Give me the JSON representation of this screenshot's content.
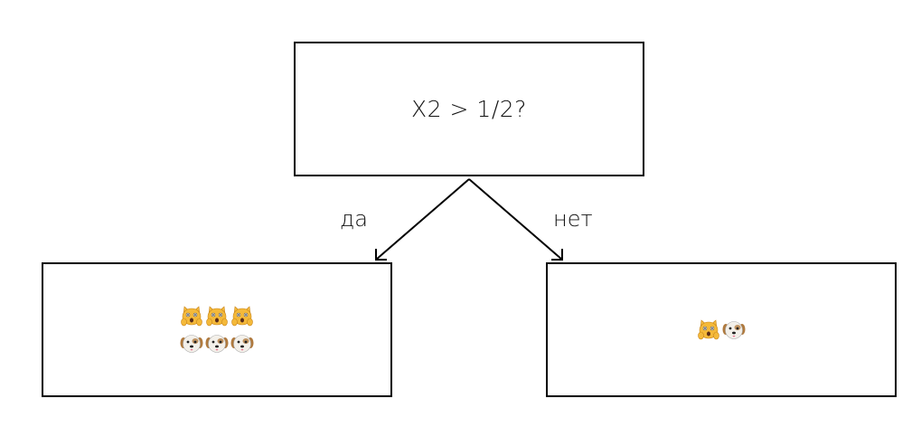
{
  "root": {
    "question": "X2 > 1/2?"
  },
  "edges": {
    "yes_label": "да",
    "no_label": "нет"
  },
  "left_leaf": {
    "cats": [
      "cat-icon",
      "cat-icon",
      "cat-icon"
    ],
    "dogs": [
      "dog-icon",
      "dog-icon",
      "dog-icon"
    ]
  },
  "right_leaf": {
    "cats": [
      "cat-icon"
    ],
    "dogs": [
      "dog-icon"
    ]
  },
  "colors": {
    "line": "#000000",
    "cat_fur": "#f4b93a",
    "dog_fur": "#f3f0ea",
    "dog_ear": "#b07a3e"
  }
}
